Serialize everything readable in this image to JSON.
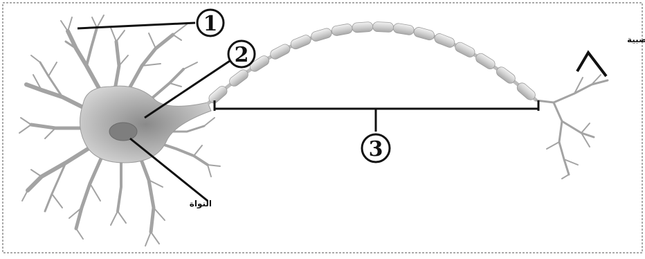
{
  "labels": {
    "marker_1": "1",
    "marker_2": "2",
    "marker_3": "3",
    "axon_terminals": "نهايات المحور العصبية",
    "nucleus": "النواة"
  }
}
